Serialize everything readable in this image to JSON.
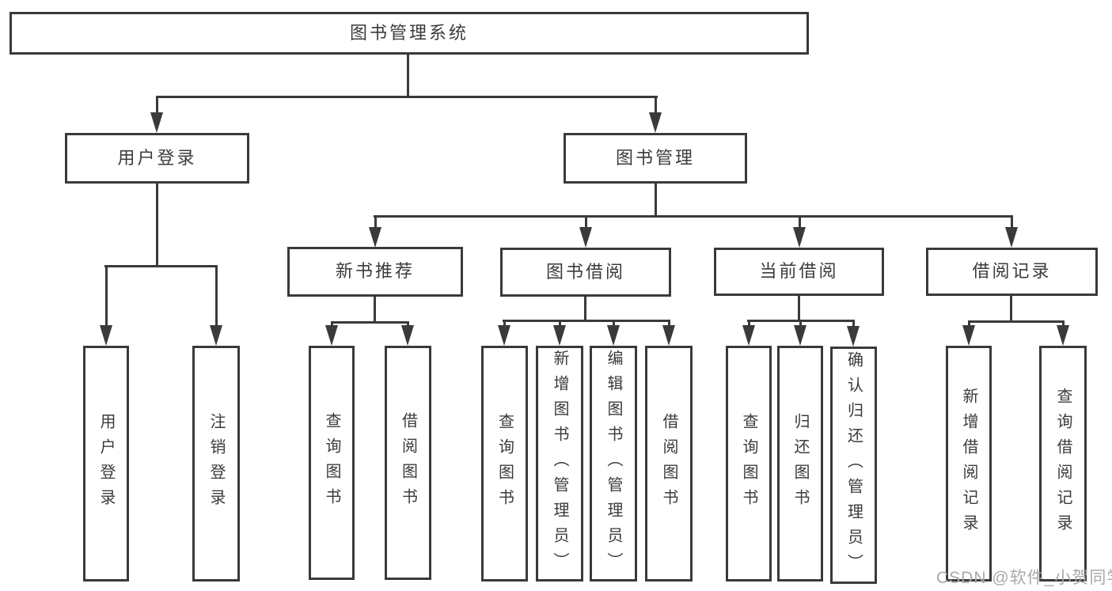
{
  "diagram": {
    "root": {
      "label": "图书管理系统"
    },
    "level2": [
      {
        "label": "用户登录"
      },
      {
        "label": "图书管理"
      }
    ],
    "level3": [
      {
        "label": "新书推荐"
      },
      {
        "label": "图书借阅"
      },
      {
        "label": "当前借阅"
      },
      {
        "label": "借阅记录"
      }
    ],
    "leaves": {
      "user_login": [
        "用户登录",
        "注销登录"
      ],
      "new_book_recommend": [
        "查询图书",
        "借阅图书"
      ],
      "book_borrow": [
        "查询图书",
        "新增图书（管理员）",
        "编辑图书（管理员）",
        "借阅图书"
      ],
      "current_borrow": [
        "查询图书",
        "归还图书",
        "确认归还（管理员）"
      ],
      "borrow_records": [
        "新增借阅记录",
        "查询借阅记录"
      ]
    }
  },
  "colors": {
    "line": "#3a3a3a",
    "background": "#ffffff",
    "watermark": "#a9a9a9"
  },
  "watermark": {
    "text": "CSDN @软件_小贺同学"
  }
}
